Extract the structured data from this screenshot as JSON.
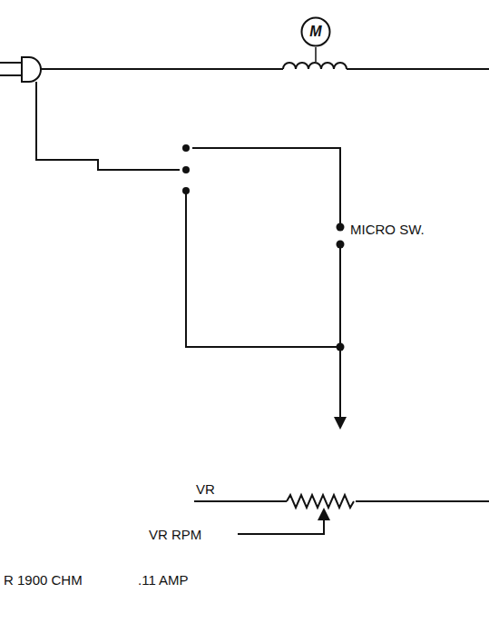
{
  "diagram": {
    "nodes": [
      {
        "text": [
          "M"
        ]
      }
    ],
    "labels": [
      "MICRO SW.",
      "VR",
      "VR RPM",
      "R 1900 CHM",
      ".11 AMP"
    ]
  }
}
